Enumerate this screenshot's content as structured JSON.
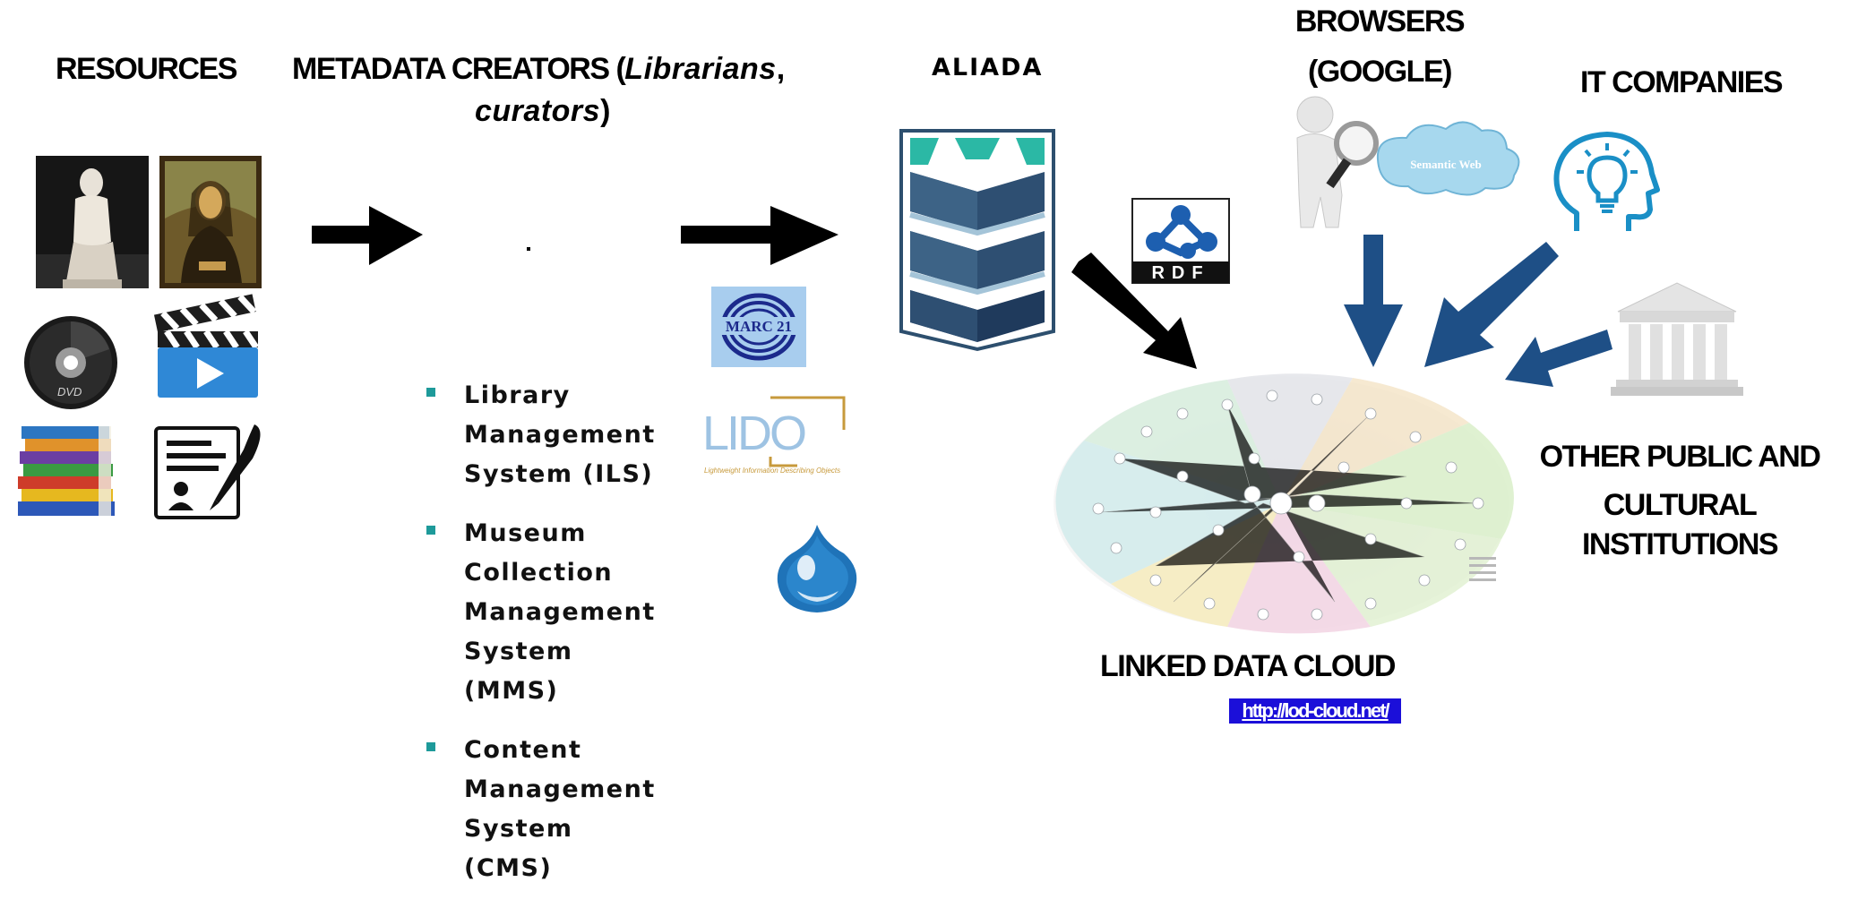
{
  "headings": {
    "resources": "RESOURCES",
    "metadata_creators": "METADATA CREATORS (",
    "metadata_creators_italic_1": "Librarians",
    "metadata_creators_comma": ",",
    "metadata_creators_italic_2": "curators",
    "metadata_creators_close": ")",
    "aliada": "ALIADA",
    "browsers_line1": "BROWSERS",
    "browsers_line2": "(GOOGLE)",
    "it_companies": "IT COMPANIES",
    "other_line1": "OTHER  PUBLIC AND",
    "other_line2": "CULTURAL",
    "other_line3": "INSTITUTIONS",
    "linked_data_cloud": "LINKED DATA CLOUD"
  },
  "link": {
    "text": "http://lod-cloud.net/"
  },
  "systems": [
    {
      "label": "Library\nManagement\nSystem (ILS)"
    },
    {
      "label": "Museum\nCollection\nManagement\nSystem (MMS)"
    },
    {
      "label": "Content\nManagement\nSystem (CMS)"
    }
  ],
  "logos": {
    "marc": "MARC 21",
    "lido": "LIDO",
    "lido_tagline": "Lightweight Information Describing Objects",
    "rdf": "RDF",
    "semantic_web": "Semantic Web",
    "dvd": "DVD"
  },
  "colors": {
    "teal": "#2bb8a5",
    "navy": "#1f3a5c",
    "arrow_blue": "#1e4f86",
    "link_blue": "#1b0fd9",
    "bullet": "#1e9a9a"
  }
}
